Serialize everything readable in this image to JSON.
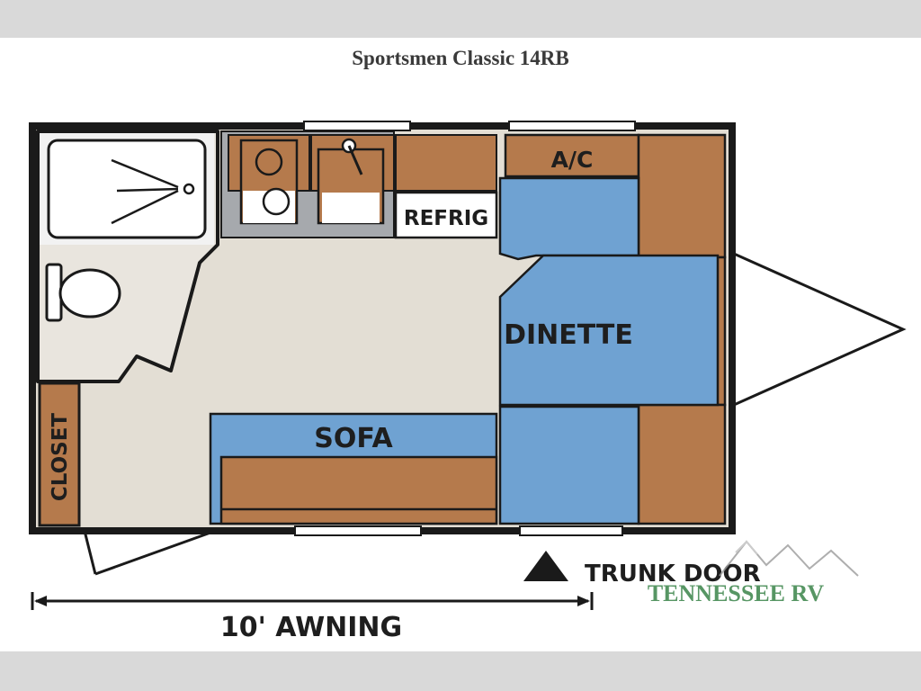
{
  "title": "Sportsmen Classic 14RB",
  "rooms": {
    "ac": "A/C",
    "refrigerator": "REFRIG",
    "dinette": "DINETTE",
    "sofa": "SOFA",
    "closet": "CLOSET"
  },
  "annotations": {
    "trunk_door": "TRUNK DOOR",
    "awning": "10' AWNING"
  },
  "watermark": "TENNESSEE RV",
  "colors": {
    "floor": "#e3ded4",
    "cabinet": "#b57a4c",
    "cushion": "#6fa2d2",
    "wall": "#1a1a1a",
    "bath": "#ffffff",
    "counter": "#a6a9ad",
    "watermark": "#2e7d3e"
  }
}
